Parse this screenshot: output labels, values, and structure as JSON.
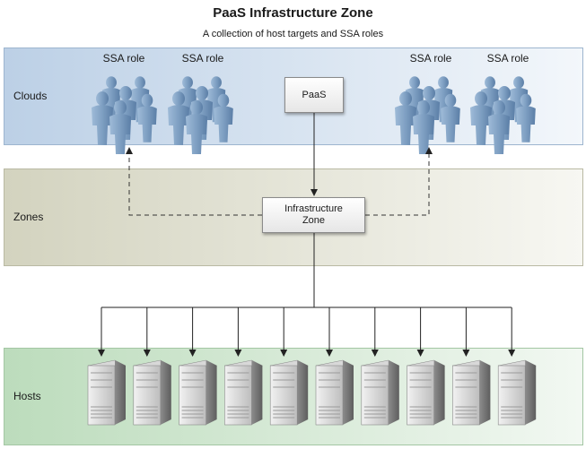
{
  "title": "PaaS Infrastructure Zone",
  "subtitle": "A collection of host targets and SSA roles",
  "bands": {
    "clouds": "Clouds",
    "zones": "Zones",
    "hosts": "Hosts"
  },
  "ssa_roles": [
    "SSA role",
    "SSA role",
    "SSA role",
    "SSA role"
  ],
  "nodes": {
    "paas": "PaaS",
    "infrastructure_zone": [
      "Infrastructure",
      "Zone"
    ]
  },
  "host_count": 10,
  "colors": {
    "clouds_band": "#bcd0e6",
    "zones_band": "#d3d3bf",
    "hosts_band": "#bcdcbc",
    "people_icon": "#7e9fc2",
    "server_icon": "#8c8c8c"
  },
  "icons": {
    "role": "people-group-icon",
    "host": "server-tower-icon"
  }
}
